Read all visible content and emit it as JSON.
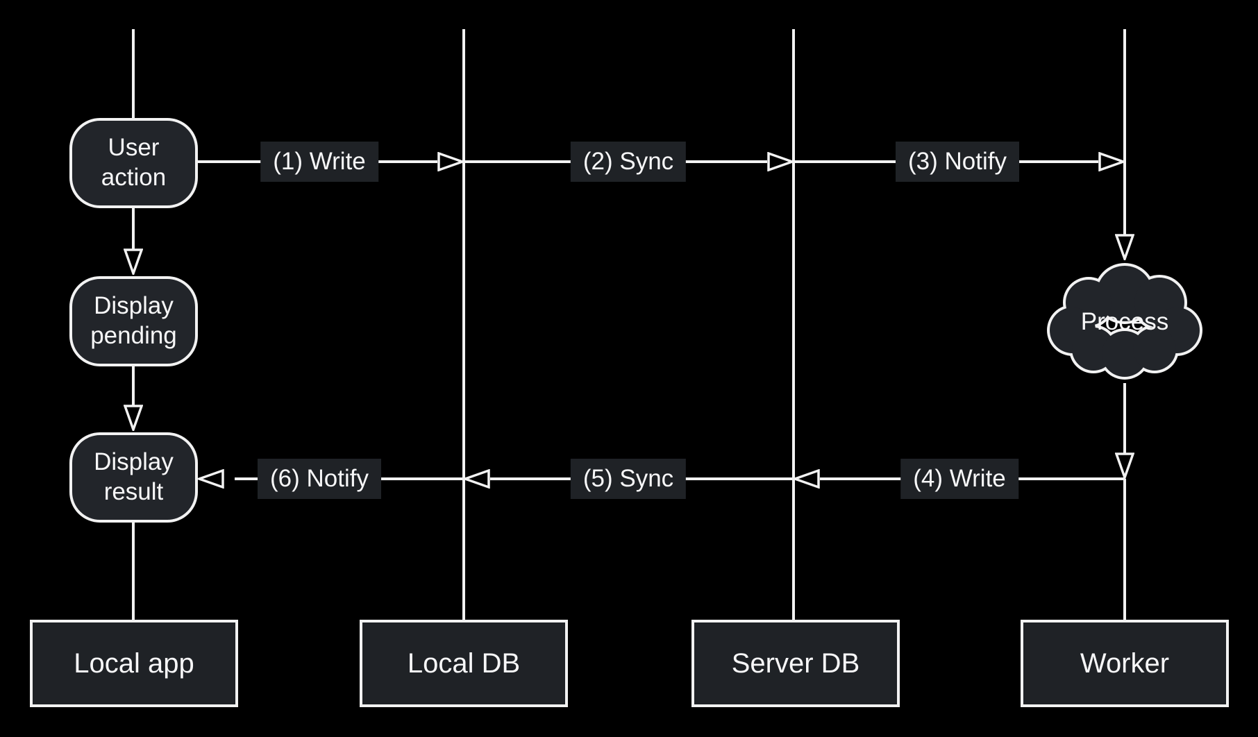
{
  "colors": {
    "background": "#000000",
    "shape_fill": "#22252a",
    "label_fill": "#1f2226",
    "stroke": "#f2f2f2",
    "text": "#f7f7f8"
  },
  "lanes": [
    {
      "label": "Local app"
    },
    {
      "label": "Local DB"
    },
    {
      "label": "Server DB"
    },
    {
      "label": "Worker"
    }
  ],
  "nodes": {
    "user_action": "User\naction",
    "display_pending": "Display\npending",
    "display_result": "Display\nresult",
    "process": "Process"
  },
  "edges": [
    {
      "label": "(1) Write",
      "from": "User action",
      "to": "Local DB"
    },
    {
      "label": "(2) Sync",
      "from": "Local DB",
      "to": "Server DB"
    },
    {
      "label": "(3) Notify",
      "from": "Server DB",
      "to": "Worker"
    },
    {
      "label": "(4) Write",
      "from": "Worker",
      "to": "Server DB"
    },
    {
      "label": "(5) Sync",
      "from": "Server DB",
      "to": "Local DB"
    },
    {
      "label": "(6) Notify",
      "from": "Local DB",
      "to": "Display result"
    }
  ]
}
